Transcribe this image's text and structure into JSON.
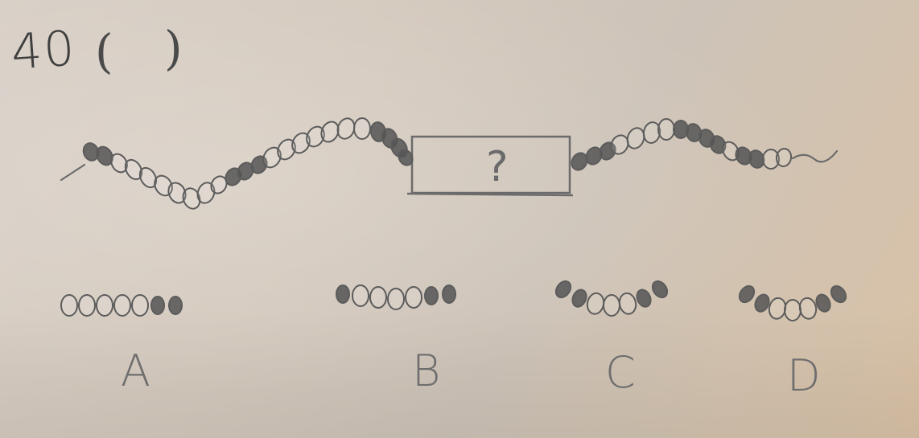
{
  "question": {
    "number": "40",
    "paren_open": "(",
    "paren_close": ")",
    "answer": ""
  },
  "missing_box": {
    "symbol": "?"
  },
  "options": [
    {
      "label": "A",
      "pattern": [
        "white",
        "white",
        "white",
        "white",
        "white",
        "dark",
        "dark"
      ]
    },
    {
      "label": "B",
      "pattern": [
        "dark",
        "white",
        "white",
        "white",
        "white",
        "dark",
        "dark"
      ]
    },
    {
      "label": "C",
      "pattern": [
        "dark",
        "dark",
        "white",
        "white",
        "white",
        "dark",
        "dark"
      ]
    },
    {
      "label": "D",
      "pattern": [
        "dark",
        "dark",
        "white",
        "white",
        "white",
        "dark",
        "dark"
      ]
    }
  ],
  "colors": {
    "paper": "#d4c9bd",
    "pencil": "#5a5a5a",
    "dark_bead": "#555555"
  }
}
